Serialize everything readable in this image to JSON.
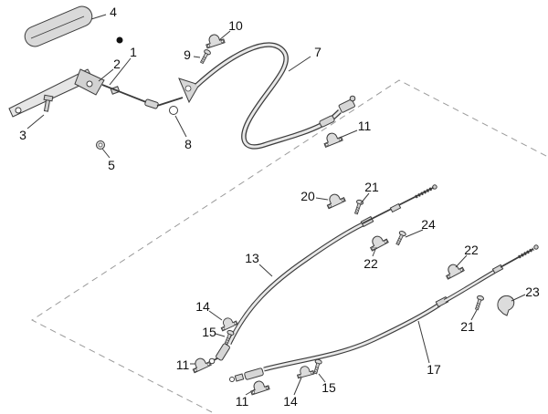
{
  "diagram": {
    "description": "Exploded parts diagram - parking brake lever and brake cables",
    "line_color": "#3b3b3b",
    "part_fill": "#dcdcdc",
    "dash_color": "#9a9a9a"
  },
  "callouts": [
    {
      "n": "4"
    },
    {
      "n": "1"
    },
    {
      "n": "2"
    },
    {
      "n": "3"
    },
    {
      "n": "5"
    },
    {
      "n": "9"
    },
    {
      "n": "10"
    },
    {
      "n": "7"
    },
    {
      "n": "8"
    },
    {
      "n": "11"
    },
    {
      "n": "20"
    },
    {
      "n": "21"
    },
    {
      "n": "22"
    },
    {
      "n": "24"
    },
    {
      "n": "22"
    },
    {
      "n": "23"
    },
    {
      "n": "21"
    },
    {
      "n": "13"
    },
    {
      "n": "14"
    },
    {
      "n": "15"
    },
    {
      "n": "11"
    },
    {
      "n": "11"
    },
    {
      "n": "14"
    },
    {
      "n": "15"
    },
    {
      "n": "17"
    }
  ]
}
